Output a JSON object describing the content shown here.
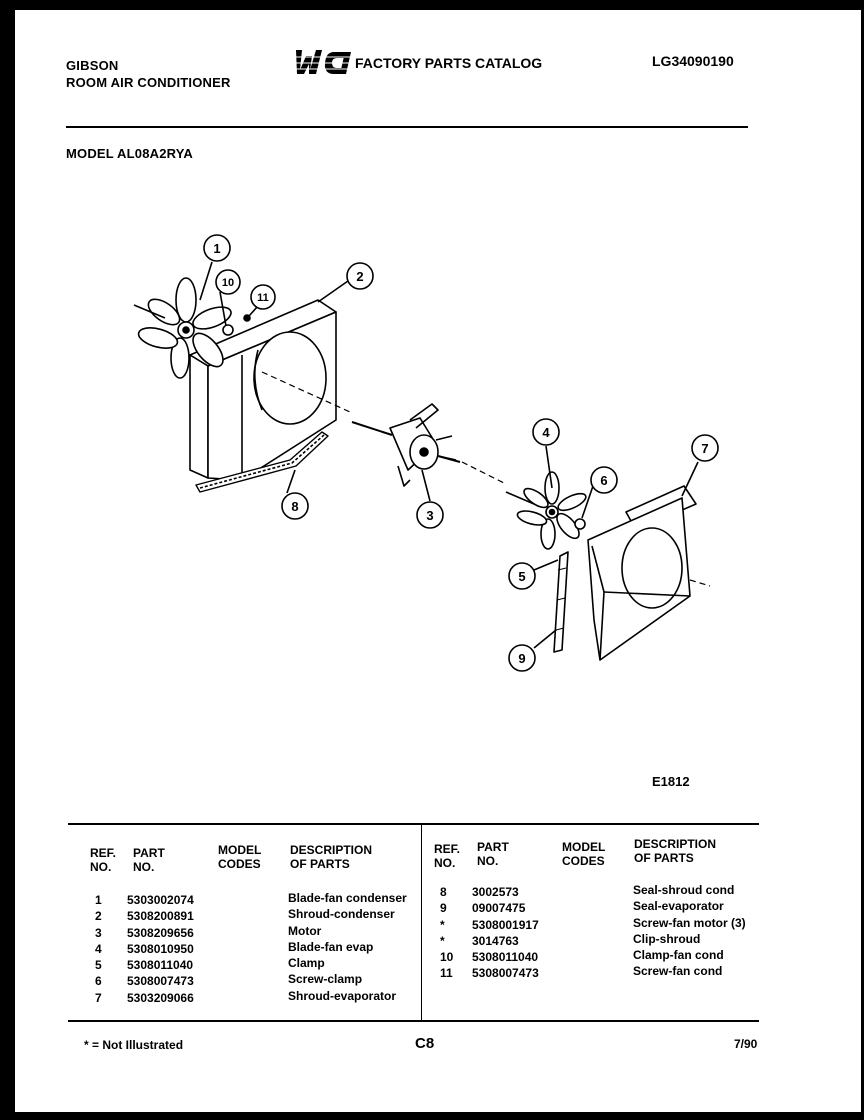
{
  "header": {
    "brand": "GIBSON",
    "product": "ROOM AIR CONDITIONER",
    "catalog_logo": "WCI",
    "catalog_title": "FACTORY PARTS CATALOG",
    "catalog_number": "LG34090190",
    "model_line": "MODEL AL08A2RYA"
  },
  "diagram": {
    "figure_code": "E1812",
    "callouts": [
      "1",
      "2",
      "3",
      "4",
      "5",
      "6",
      "7",
      "8",
      "9",
      "10",
      "11"
    ]
  },
  "table": {
    "headers": {
      "ref": "REF.\nNO.",
      "part": "PART\nNO.",
      "model": "MODEL\nCODES",
      "desc": "DESCRIPTION\nOF PARTS"
    },
    "left_rows": [
      {
        "ref": "1",
        "part": "5303002074",
        "desc": "Blade-fan condenser"
      },
      {
        "ref": "2",
        "part": "5308200891",
        "desc": "Shroud-condenser"
      },
      {
        "ref": "3",
        "part": "5308209656",
        "desc": "Motor"
      },
      {
        "ref": "4",
        "part": "5308010950",
        "desc": "Blade-fan evap"
      },
      {
        "ref": "5",
        "part": "5308011040",
        "desc": "Clamp"
      },
      {
        "ref": "6",
        "part": "5308007473",
        "desc": "Screw-clamp"
      },
      {
        "ref": "7",
        "part": "5303209066",
        "desc": "Shroud-evaporator"
      }
    ],
    "right_rows": [
      {
        "ref": "8",
        "part": "3002573",
        "desc": "Seal-shroud cond"
      },
      {
        "ref": "9",
        "part": "09007475",
        "desc": "Seal-evaporator"
      },
      {
        "ref": "*",
        "part": "5308001917",
        "desc": "Screw-fan motor (3)"
      },
      {
        "ref": "*",
        "part": "3014763",
        "desc": "Clip-shroud"
      },
      {
        "ref": "10",
        "part": "5308011040",
        "desc": "Clamp-fan cond"
      },
      {
        "ref": "11",
        "part": "5308007473",
        "desc": "Screw-fan cond"
      }
    ]
  },
  "footer": {
    "note": "* = Not Illustrated",
    "page_code": "C8",
    "date": "7/90"
  }
}
